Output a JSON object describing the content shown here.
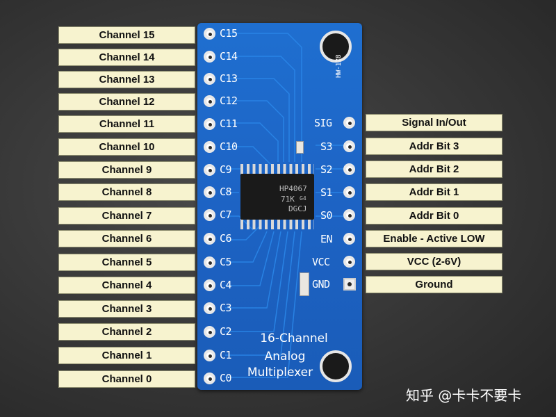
{
  "left_labels": [
    "Channel 15",
    "Channel 14",
    "Channel 13",
    "Channel 12",
    "Channel 11",
    "Channel 10",
    "Channel 9",
    "Channel 8",
    "Channel 7",
    "Channel 6",
    "Channel 5",
    "Channel 4",
    "Channel 3",
    "Channel 2",
    "Channel 1",
    "Channel 0"
  ],
  "right_labels": [
    "Signal In/Out",
    "Addr Bit 3",
    "Addr Bit 2",
    "Addr Bit 1",
    "Addr Bit 0",
    "Enable - Active LOW",
    "VCC (2-6V)",
    "Ground"
  ],
  "board": {
    "left_pins": [
      "C15",
      "C14",
      "C13",
      "C12",
      "C11",
      "C10",
      "C9",
      "C8",
      "C7",
      "C6",
      "C5",
      "C4",
      "C3",
      "C2",
      "C1",
      "C0"
    ],
    "right_pins": [
      "SIG",
      "S3",
      "S2",
      "S1",
      "S0",
      "EN",
      "VCC",
      "GND"
    ],
    "model": "HW-178",
    "title_line1": "16-Channel",
    "title_line2": "Analog",
    "title_line3": "Multiplexer",
    "chip_line1": "HP4067",
    "chip_line2": "71K",
    "chip_line3": "G4",
    "chip_line4": "DGCJ"
  },
  "watermark": "知乎 @卡卡不要卡",
  "colors": {
    "board": "#1f6fd0",
    "label_bg": "#f7f3cf",
    "background": "#363636"
  }
}
